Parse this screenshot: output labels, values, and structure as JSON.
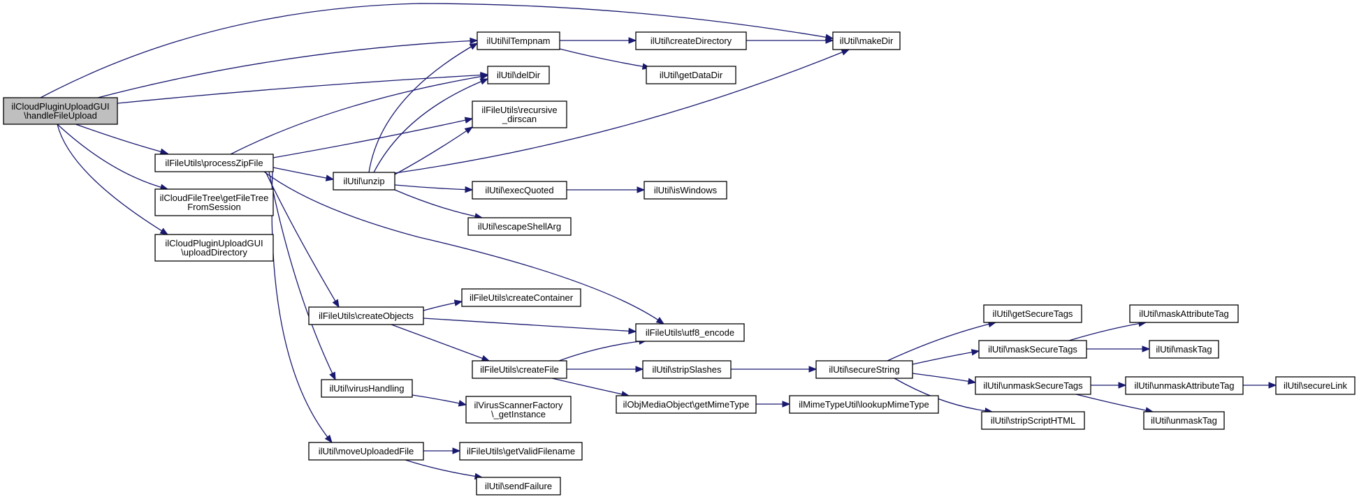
{
  "diagram": {
    "title": "",
    "nodes": [
      {
        "id": "root",
        "lines": [
          "ilCloudPluginUploadGUI",
          "\\handleFileUpload"
        ],
        "root": true
      },
      {
        "id": "processZipFile",
        "lines": [
          "ilFileUtils\\processZipFile"
        ]
      },
      {
        "id": "getFileTree",
        "lines": [
          "ilCloudFileTree\\getFileTree",
          "FromSession"
        ]
      },
      {
        "id": "uploadDirectory",
        "lines": [
          "ilCloudPluginUploadGUI",
          "\\uploadDirectory"
        ]
      },
      {
        "id": "ilTempnam",
        "lines": [
          "ilUtil\\ilTempnam"
        ]
      },
      {
        "id": "delDir",
        "lines": [
          "ilUtil\\delDir"
        ]
      },
      {
        "id": "recursive",
        "lines": [
          "ilFileUtils\\recursive",
          "_dirscan"
        ]
      },
      {
        "id": "unzip",
        "lines": [
          "ilUtil\\unzip"
        ]
      },
      {
        "id": "execQuoted",
        "lines": [
          "ilUtil\\execQuoted"
        ]
      },
      {
        "id": "escapeShellArg",
        "lines": [
          "ilUtil\\escapeShellArg"
        ]
      },
      {
        "id": "createDirectory",
        "lines": [
          "ilUtil\\createDirectory"
        ]
      },
      {
        "id": "getDataDir",
        "lines": [
          "ilUtil\\getDataDir"
        ]
      },
      {
        "id": "makeDir",
        "lines": [
          "ilUtil\\makeDir"
        ]
      },
      {
        "id": "isWindows",
        "lines": [
          "ilUtil\\isWindows"
        ]
      },
      {
        "id": "createObjects",
        "lines": [
          "ilFileUtils\\createObjects"
        ]
      },
      {
        "id": "createContainer",
        "lines": [
          "ilFileUtils\\createContainer"
        ]
      },
      {
        "id": "utf8_encode",
        "lines": [
          "ilFileUtils\\utf8_encode"
        ]
      },
      {
        "id": "createFile",
        "lines": [
          "ilFileUtils\\createFile"
        ]
      },
      {
        "id": "virusHandling",
        "lines": [
          "ilUtil\\virusHandling"
        ]
      },
      {
        "id": "virusScanner",
        "lines": [
          "ilVirusScannerFactory",
          "\\_getInstance"
        ]
      },
      {
        "id": "moveUploadedFile",
        "lines": [
          "ilUtil\\moveUploadedFile"
        ]
      },
      {
        "id": "getValidFilename",
        "lines": [
          "ilFileUtils\\getValidFilename"
        ]
      },
      {
        "id": "sendFailure",
        "lines": [
          "ilUtil\\sendFailure"
        ]
      },
      {
        "id": "stripSlashes",
        "lines": [
          "ilUtil\\stripSlashes"
        ]
      },
      {
        "id": "getMimeType",
        "lines": [
          "ilObjMediaObject\\getMimeType"
        ]
      },
      {
        "id": "lookupMimeType",
        "lines": [
          "ilMimeTypeUtil\\lookupMimeType"
        ]
      },
      {
        "id": "secureString",
        "lines": [
          "ilUtil\\secureString"
        ]
      },
      {
        "id": "getSecureTags",
        "lines": [
          "ilUtil\\getSecureTags"
        ]
      },
      {
        "id": "maskSecureTags",
        "lines": [
          "ilUtil\\maskSecureTags"
        ]
      },
      {
        "id": "unmaskSecureTags",
        "lines": [
          "ilUtil\\unmaskSecureTags"
        ]
      },
      {
        "id": "stripScriptHTML",
        "lines": [
          "ilUtil\\stripScriptHTML"
        ]
      },
      {
        "id": "maskAttributeTag",
        "lines": [
          "ilUtil\\maskAttributeTag"
        ]
      },
      {
        "id": "maskTag",
        "lines": [
          "ilUtil\\maskTag"
        ]
      },
      {
        "id": "unmaskAttributeTag",
        "lines": [
          "ilUtil\\unmaskAttributeTag"
        ]
      },
      {
        "id": "unmaskTag",
        "lines": [
          "ilUtil\\unmaskTag"
        ]
      },
      {
        "id": "secureLink",
        "lines": [
          "ilUtil\\secureLink"
        ]
      }
    ],
    "edges": [
      [
        "root",
        "processZipFile"
      ],
      [
        "root",
        "getFileTree"
      ],
      [
        "root",
        "uploadDirectory"
      ],
      [
        "root",
        "ilTempnam"
      ],
      [
        "root",
        "delDir"
      ],
      [
        "root",
        "makeDir"
      ],
      [
        "processZipFile",
        "delDir"
      ],
      [
        "processZipFile",
        "recursive"
      ],
      [
        "processZipFile",
        "unzip"
      ],
      [
        "processZipFile",
        "utf8_encode"
      ],
      [
        "processZipFile",
        "createObjects"
      ],
      [
        "processZipFile",
        "virusHandling"
      ],
      [
        "processZipFile",
        "moveUploadedFile"
      ],
      [
        "unzip",
        "ilTempnam"
      ],
      [
        "unzip",
        "delDir"
      ],
      [
        "unzip",
        "recursive"
      ],
      [
        "unzip",
        "makeDir"
      ],
      [
        "unzip",
        "execQuoted"
      ],
      [
        "unzip",
        "escapeShellArg"
      ],
      [
        "ilTempnam",
        "createDirectory"
      ],
      [
        "ilTempnam",
        "getDataDir"
      ],
      [
        "createDirectory",
        "makeDir"
      ],
      [
        "execQuoted",
        "isWindows"
      ],
      [
        "createObjects",
        "createContainer"
      ],
      [
        "createObjects",
        "utf8_encode"
      ],
      [
        "createObjects",
        "createFile"
      ],
      [
        "createFile",
        "utf8_encode"
      ],
      [
        "createFile",
        "stripSlashes"
      ],
      [
        "createFile",
        "getMimeType"
      ],
      [
        "virusHandling",
        "virusScanner"
      ],
      [
        "moveUploadedFile",
        "getValidFilename"
      ],
      [
        "moveUploadedFile",
        "sendFailure"
      ],
      [
        "stripSlashes",
        "secureString"
      ],
      [
        "getMimeType",
        "lookupMimeType"
      ],
      [
        "secureString",
        "getSecureTags"
      ],
      [
        "secureString",
        "maskSecureTags"
      ],
      [
        "secureString",
        "unmaskSecureTags"
      ],
      [
        "secureString",
        "stripScriptHTML"
      ],
      [
        "maskSecureTags",
        "maskAttributeTag"
      ],
      [
        "maskSecureTags",
        "maskTag"
      ],
      [
        "unmaskSecureTags",
        "unmaskAttributeTag"
      ],
      [
        "unmaskSecureTags",
        "unmaskTag"
      ],
      [
        "unmaskAttributeTag",
        "secureLink"
      ]
    ]
  }
}
